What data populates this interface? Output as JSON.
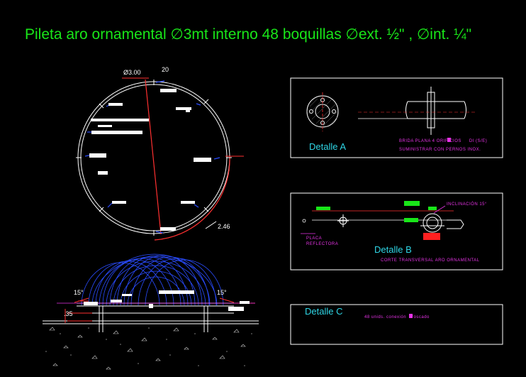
{
  "title": "Pileta aro ornamental ∅3mt interno 48 boquillas ∅ext. ½\" , ∅int. ¼\"",
  "plan": {
    "diameter_label": "Ø3.00",
    "arc_top_label": "20",
    "arc_bottom_label": "2.46"
  },
  "elevation": {
    "angle_left": "15°",
    "angle_right": "15°",
    "height_label": ".35"
  },
  "detail_a": {
    "title": "Detalle A",
    "note_line1": "BRIDA PLANA 4 ORIFICIOS",
    "note_line1_suffix": "DI (S/E)",
    "note_line2": "SUMINISTRAR CON PERNOS INOX."
  },
  "detail_b": {
    "title": "Detalle B",
    "inclination": "INCLINACIÓN 15°",
    "placa_line1": "PLACA",
    "placa_line2": "REFLECTORA",
    "subtitle": "CORTE TRANSVERSAL ARO ORNAMENTAL"
  },
  "detail_c": {
    "title": "Detalle C",
    "note": "48 unids. conexión",
    "note_suffix": "roscado"
  },
  "colors": {
    "title_green": "#19e619",
    "line_white": "#ffffff",
    "line_red": "#ff3030",
    "line_blue": "#2a4cff",
    "text_magenta": "#e633e6",
    "text_cyan": "#2fd6e6",
    "fill_green": "#19e619"
  }
}
